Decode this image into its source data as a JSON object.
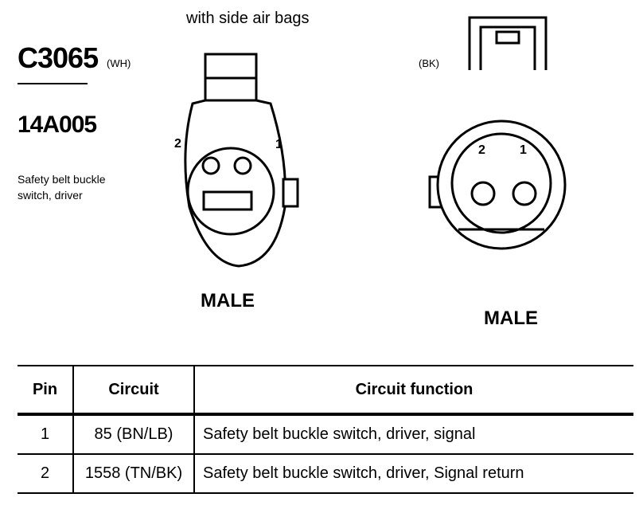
{
  "connector": {
    "id": "C3065",
    "color_left": "(WH)",
    "color_right": "(BK)",
    "part_number": "14A005",
    "description_line1": "Safety belt buckle",
    "description_line2": "switch, driver",
    "variant_label": "with side air bags"
  },
  "views": {
    "left": {
      "gender": "MALE",
      "pin_labels": [
        "2",
        "1"
      ]
    },
    "right": {
      "gender": "MALE",
      "pin_labels": [
        "2",
        "1"
      ]
    }
  },
  "table": {
    "headers": [
      "Pin",
      "Circuit",
      "Circuit function"
    ],
    "rows": [
      {
        "pin": "1",
        "circuit": "85 (BN/LB)",
        "function": "Safety belt buckle switch, driver, signal"
      },
      {
        "pin": "2",
        "circuit": "1558 (TN/BK)",
        "function": "Safety belt buckle switch, driver, Signal return"
      }
    ]
  }
}
